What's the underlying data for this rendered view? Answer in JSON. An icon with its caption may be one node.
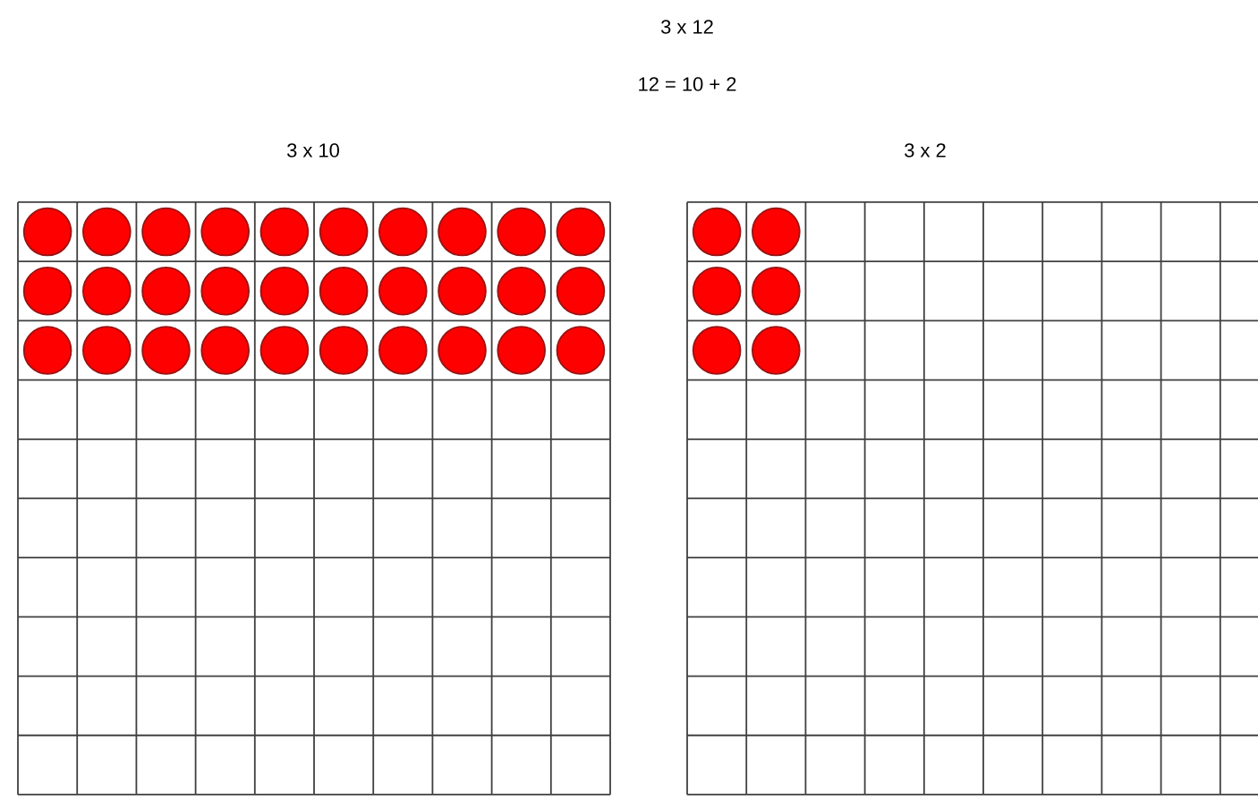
{
  "diagram": {
    "nodes": [
      {
        "text": [
          "3 x 10"
        ]
      },
      {
        "text": [
          "3 x 2"
        ]
      }
    ],
    "labels": [
      "3 x 12",
      "12 = 10 + 2"
    ]
  }
}
